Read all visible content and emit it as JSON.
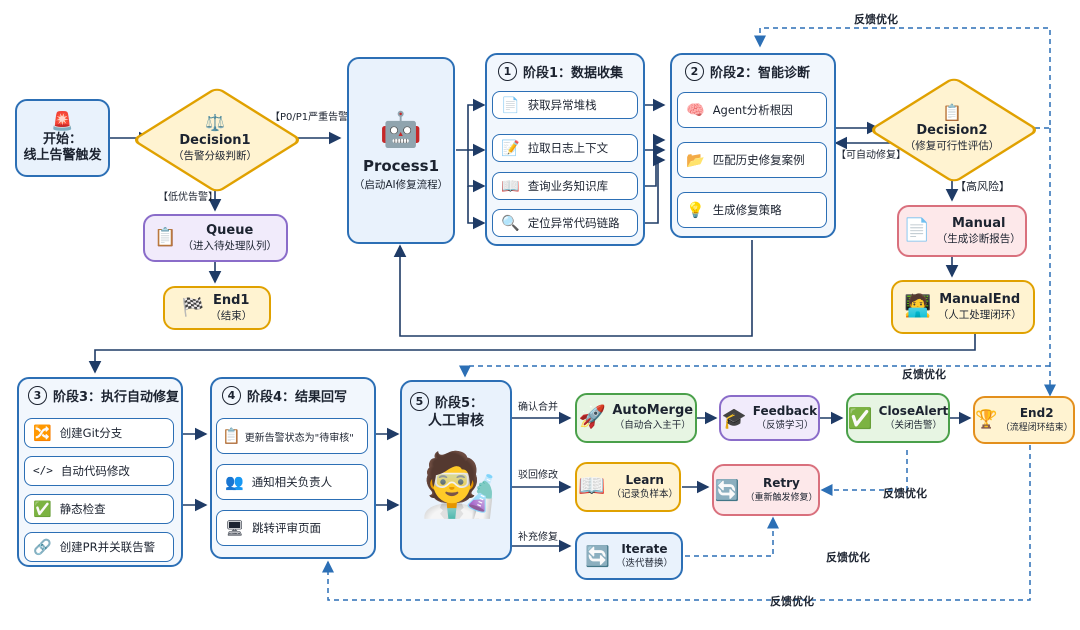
{
  "start": {
    "icon": "🚨",
    "line1": "开始：",
    "line2": "线上告警触发"
  },
  "decision1": {
    "icon": "⚖️",
    "title": "Decision1",
    "sub": "（告警分级判断）"
  },
  "queue": {
    "icon": "📋",
    "title": "Queue",
    "sub": "（进入待处理队列）"
  },
  "end1": {
    "icon": "🏁",
    "title": "End1",
    "sub": "（结束）"
  },
  "process1": {
    "icon": "🤖",
    "title": "Process1",
    "sub": "（启动AI修复流程）"
  },
  "stage1": {
    "num": "1",
    "title": "阶段1：数据收集",
    "steps": [
      {
        "icon": "📄",
        "label": "获取异常堆栈"
      },
      {
        "icon": "📝",
        "label": "拉取日志上下文"
      },
      {
        "icon": "📖",
        "label": "查询业务知识库"
      },
      {
        "icon": "🔍",
        "label": "定位异常代码链路"
      }
    ]
  },
  "stage2": {
    "num": "2",
    "title": "阶段2：智能诊断",
    "steps": [
      {
        "icon": "🧠",
        "label": "Agent分析根因"
      },
      {
        "icon": "📂",
        "label": "匹配历史修复案例"
      },
      {
        "icon": "💡",
        "label": "生成修复策略"
      }
    ]
  },
  "decision2": {
    "icon": "📋",
    "title": "Decision2",
    "sub": "（修复可行性评估）"
  },
  "manual": {
    "icon": "📄",
    "title": "Manual",
    "sub": "（生成诊断报告）"
  },
  "manual_end": {
    "icon": "🧑‍💻",
    "title": "ManualEnd",
    "sub": "（人工处理闭环）"
  },
  "stage3": {
    "num": "3",
    "title": "阶段3：执行自动修复",
    "steps": [
      {
        "icon": "🔀",
        "label": "创建Git分支"
      },
      {
        "icon": "</>",
        "label": "自动代码修改"
      },
      {
        "icon": "✅",
        "label": "静态检查"
      },
      {
        "icon": "🔗",
        "label": "创建PR并关联告警"
      }
    ]
  },
  "stage4": {
    "num": "4",
    "title": "阶段4：结果回写",
    "steps": [
      {
        "icon": "📋",
        "label": "更新告警状态为\"待审核\""
      },
      {
        "icon": "👥",
        "label": "通知相关负责人"
      },
      {
        "icon": "🖥",
        "label": "跳转评审页面"
      }
    ]
  },
  "stage5": {
    "num": "5",
    "title_line1": "阶段5：",
    "title_line2": "人工审核",
    "icon": "🧑‍🔬"
  },
  "automerge": {
    "icon": "🚀",
    "title": "AutoMerge",
    "sub": "（自动合入主干）"
  },
  "feedback": {
    "icon": "🎓",
    "title": "Feedback",
    "sub": "（反馈学习）"
  },
  "closealert": {
    "icon": "✅",
    "title": "CloseAlert",
    "sub": "（关闭告警）"
  },
  "end2": {
    "icon": "🏆",
    "title": "End2",
    "sub": "（流程闭环结束）"
  },
  "learn": {
    "icon": "📖",
    "title": "Learn",
    "sub": "（记录负样本）"
  },
  "retry": {
    "icon": "🔄",
    "title": "Retry",
    "sub": "（重新触发修复）"
  },
  "iterate": {
    "icon": "🔄",
    "title": "Iterate",
    "sub": "（迭代替换）"
  },
  "labels": {
    "p0p1": "【P0/P1严重告警】",
    "low": "【低优告警】",
    "auto_fix": "【可自动修复】",
    "high_risk": "【高风险】",
    "confirm": "确认合并",
    "reject": "驳回修改",
    "supplement": "补充修复",
    "fb_top": "反馈优化",
    "fb_mid": "反馈优化",
    "fb_retry": "反馈优化",
    "fb_iterate": "反馈优化",
    "fb_bottom": "反馈优化"
  },
  "colors": {
    "blue": "#2c6fb5",
    "blue_fill": "#e9f2fc",
    "yellow": "#e0a100",
    "yellow_fill": "#fff3d1",
    "purple": "#8a6cc9",
    "pink": "#d9707d",
    "green": "#4aa04a",
    "orange": "#e38f1c"
  }
}
